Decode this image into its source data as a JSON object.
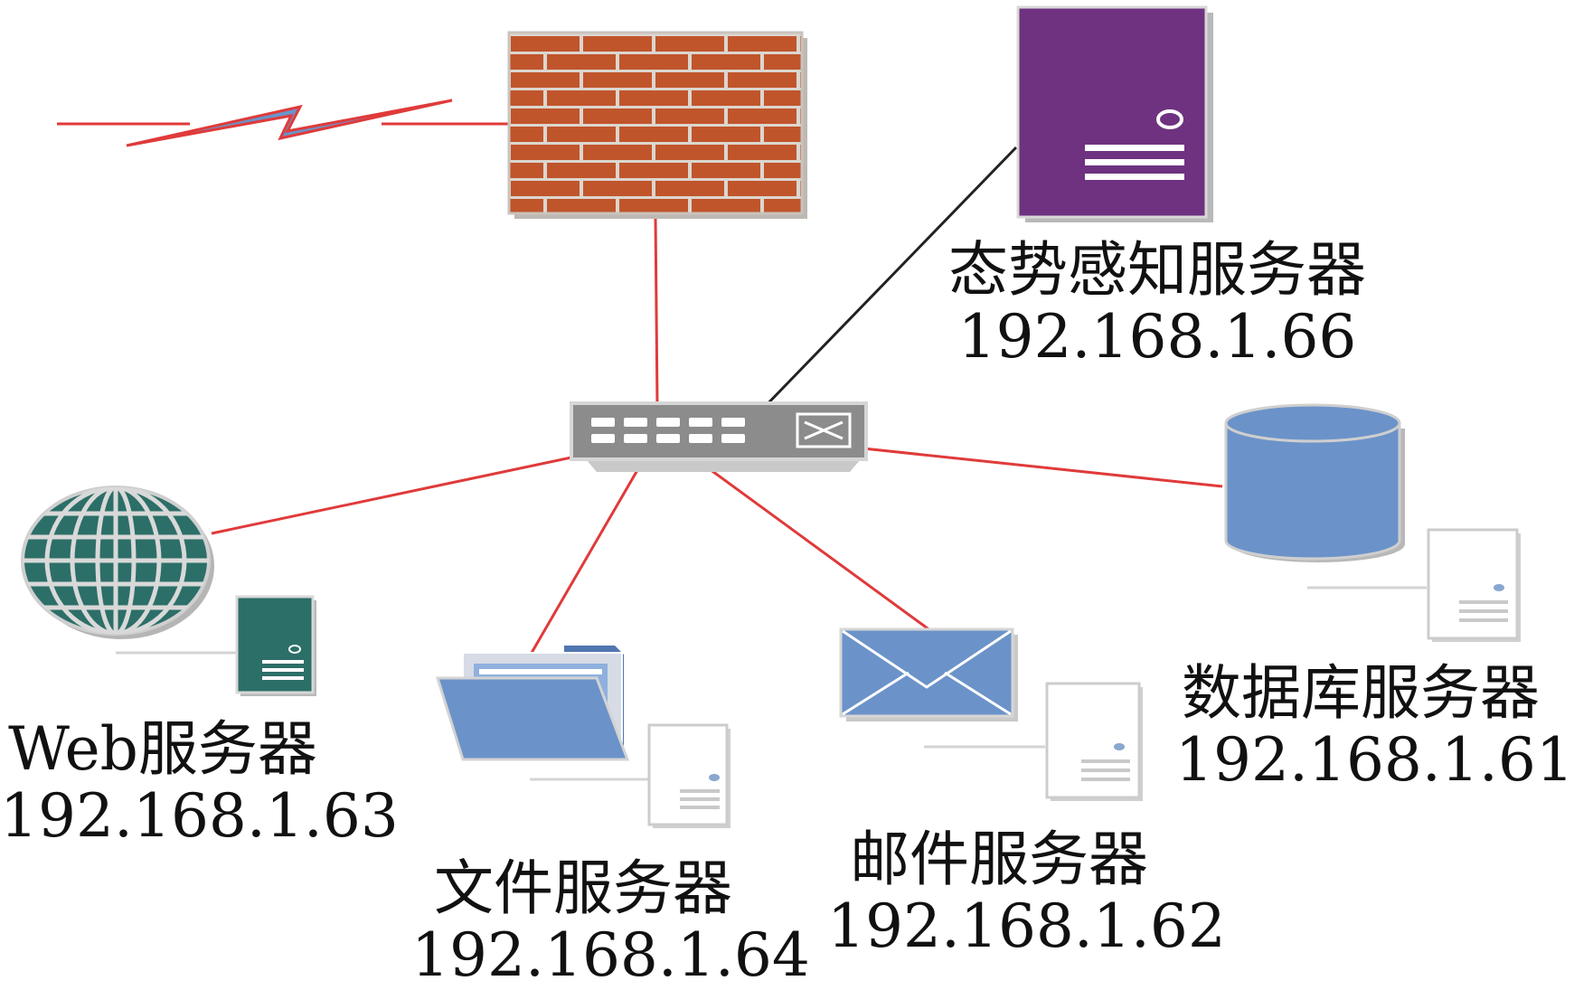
{
  "colors": {
    "link": "#e03a3a",
    "monitor_link": "#222222",
    "firewall_brick": "#c0552b",
    "monitor_server": "#6e3280",
    "web_globe": "#2c6f68",
    "blue_icon": "#6b93c9"
  },
  "icons": {
    "wan": "lightning-link-icon",
    "firewall": "firewall-icon",
    "switch": "network-switch-icon",
    "monitor": "server-tower-icon",
    "web": "globe-icon",
    "file": "folder-icon",
    "mail": "envelope-icon",
    "database": "database-cylinder-icon",
    "host": "server-tower-icon"
  },
  "nodes": {
    "monitor": {
      "name": "态势感知服务器",
      "ip": "192.168.1.66"
    },
    "web": {
      "name": "Web服务器",
      "ip": "192.168.1.63"
    },
    "file": {
      "name": "文件服务器",
      "ip": "192.168.1.64"
    },
    "mail": {
      "name": "邮件服务器",
      "ip": "192.168.1.62"
    },
    "database": {
      "name": "数据库服务器",
      "ip": "192.168.1.61"
    }
  }
}
